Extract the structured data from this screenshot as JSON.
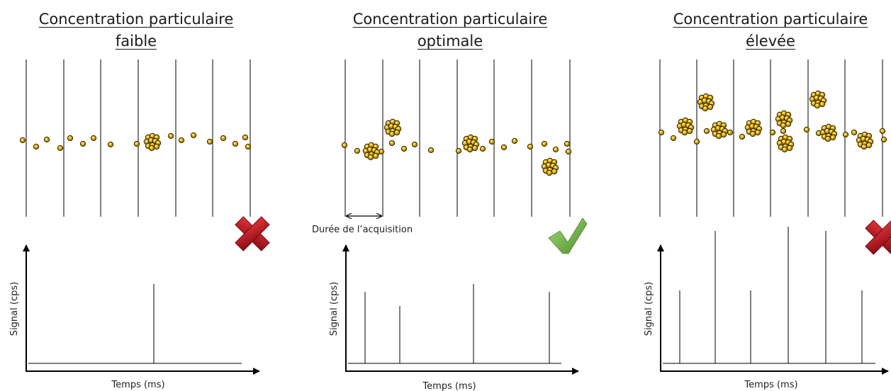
{
  "panels": [
    {
      "id": "faible",
      "title_line1": "Concentration particulaire",
      "title_line2": "faible",
      "status_icon": "red-cross-icon",
      "acquisition_label": "",
      "ylabel": "Signal (cps)",
      "xlabel": "Temps (ms)"
    },
    {
      "id": "optimale",
      "title_line1": "Concentration particulaire",
      "title_line2": "optimale",
      "status_icon": "green-check-icon",
      "acquisition_label": "Durée de l’acquisition",
      "ylabel": "Signal (cps)",
      "xlabel": "Temps (ms)"
    },
    {
      "id": "elevee",
      "title_line1": "Concentration particulaire",
      "title_line2": "élevée",
      "status_icon": "red-cross-icon",
      "acquisition_label": "",
      "ylabel": "Signal (cps)",
      "xlabel": "Temps (ms)"
    }
  ],
  "colors": {
    "particle_fill": "#e3b10f",
    "particle_stroke": "#3a2c00",
    "cross": "#c0141c",
    "check": "#78b64a"
  }
}
